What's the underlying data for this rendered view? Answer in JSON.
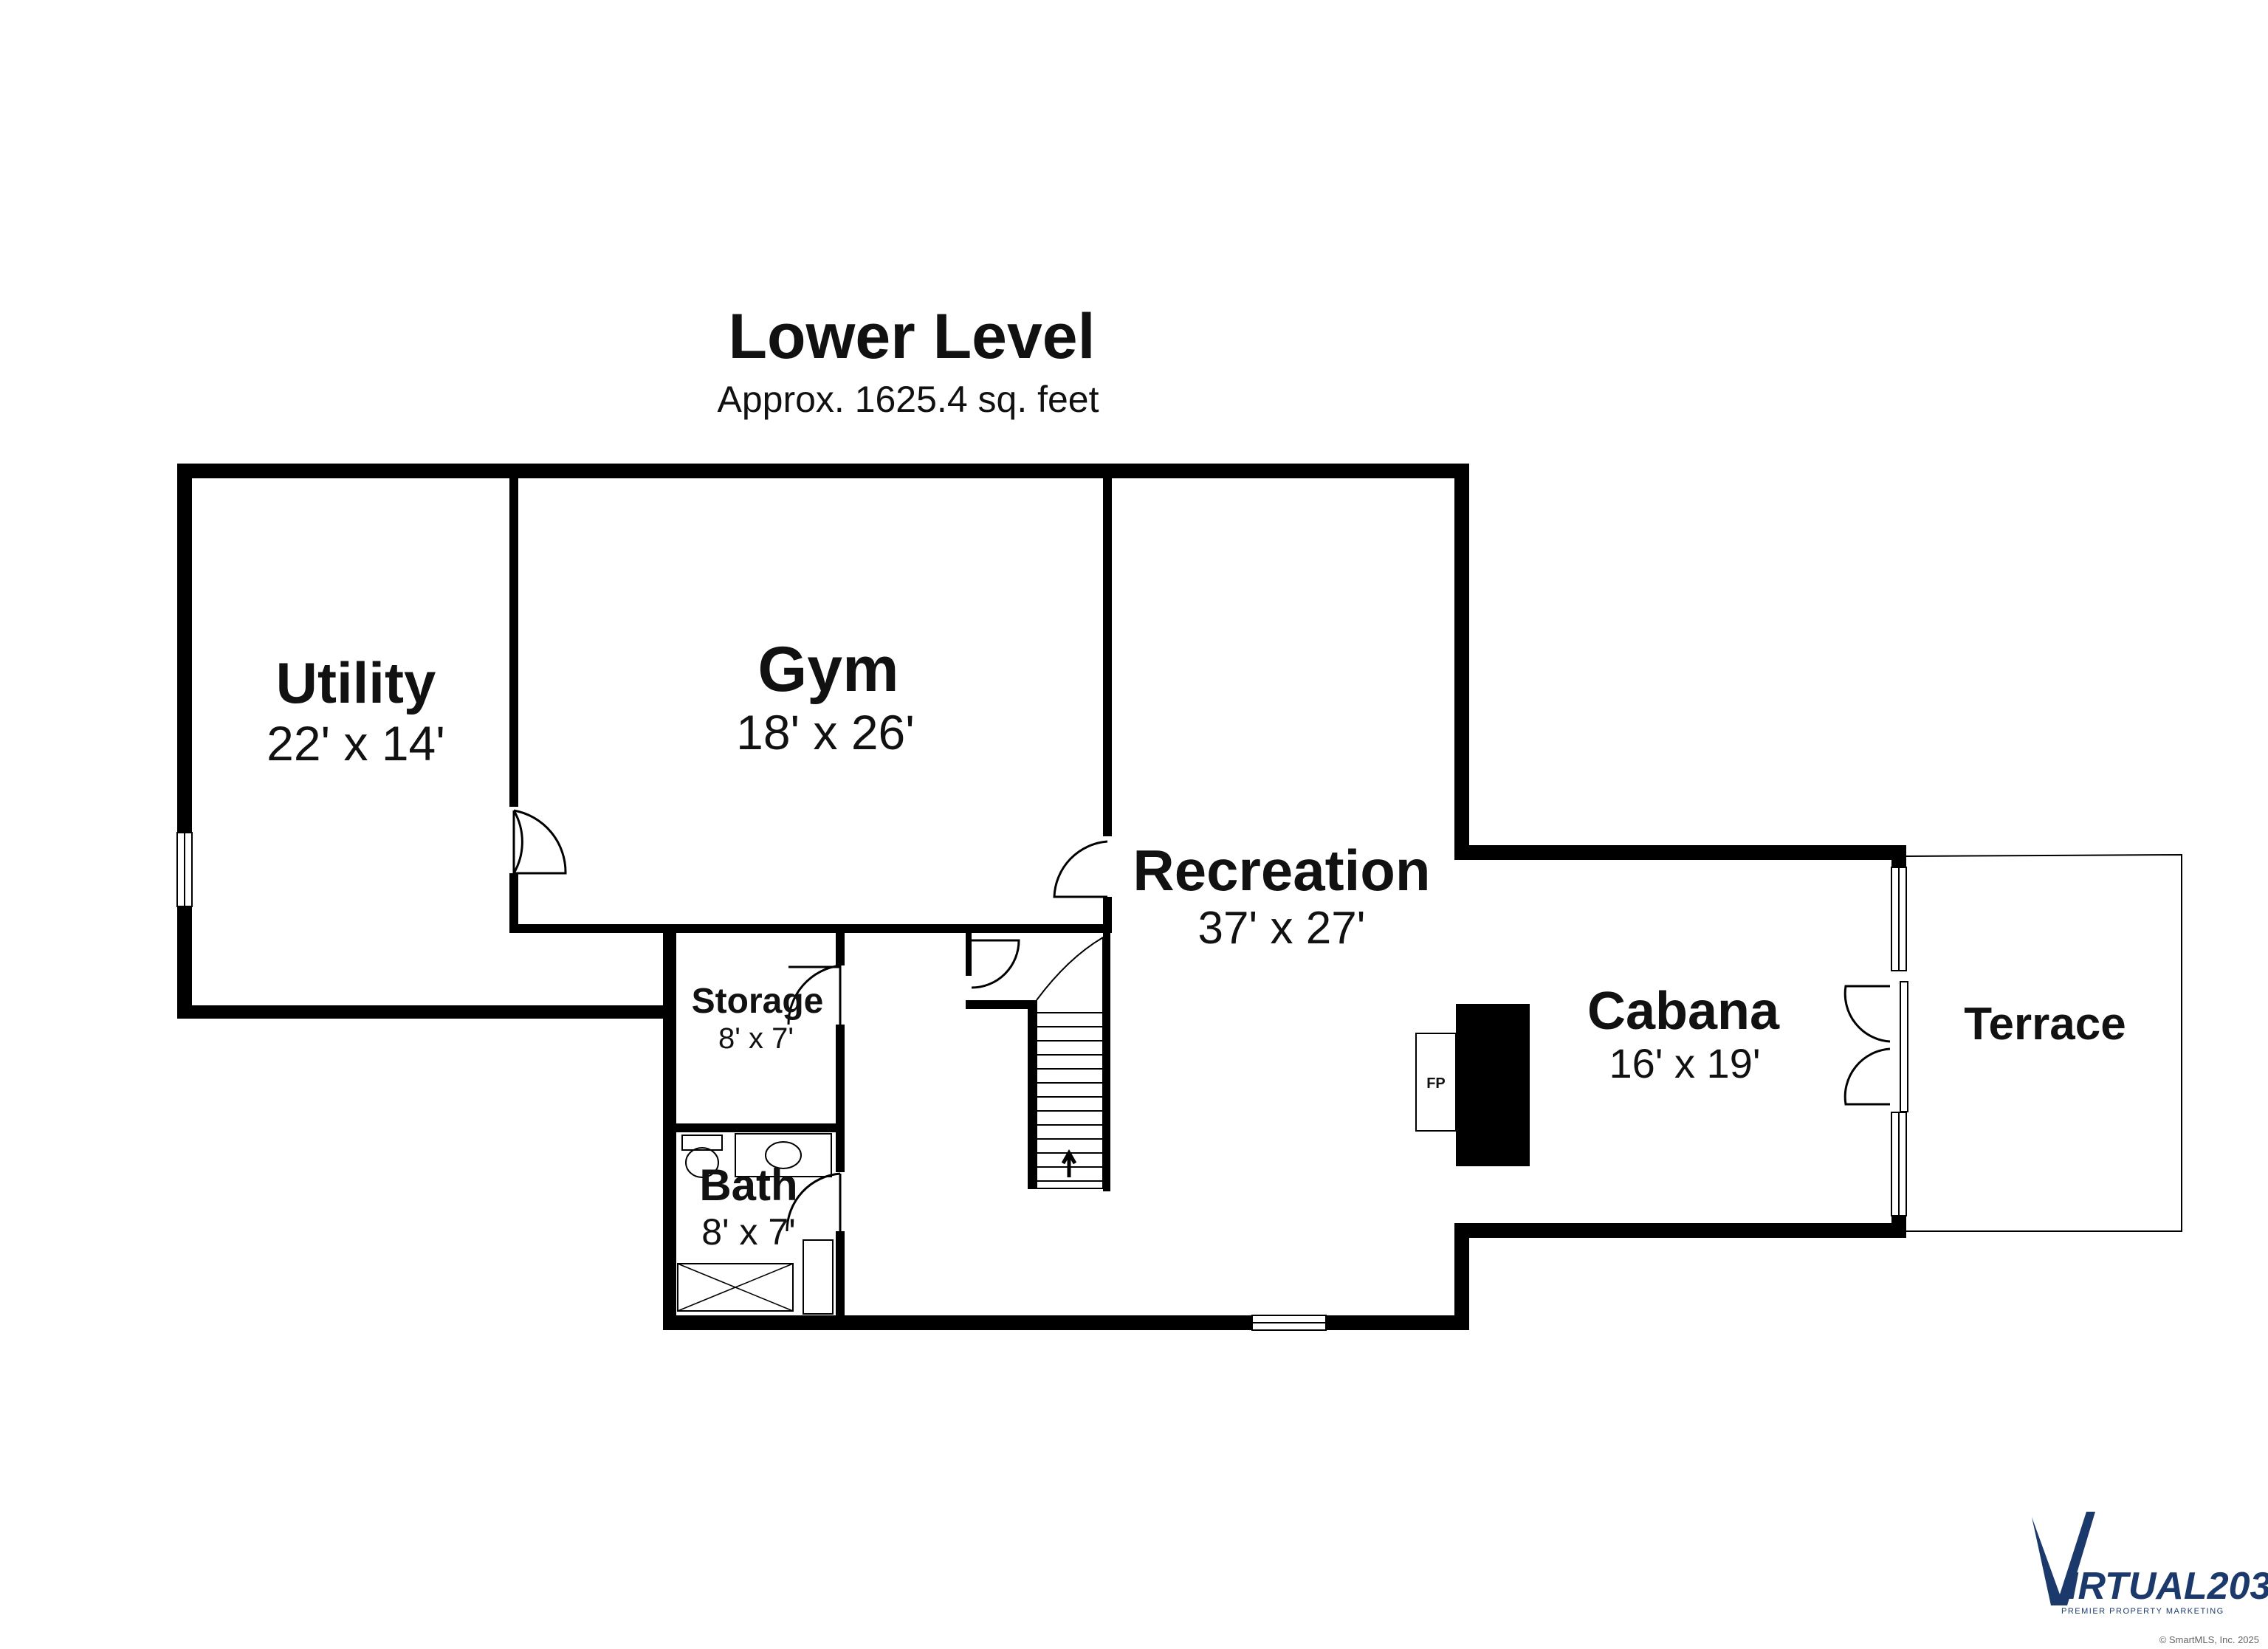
{
  "plan": {
    "title": "Lower Level",
    "area": "Approx. 1625.4 sq. feet"
  },
  "rooms": {
    "utility": {
      "name": "Utility",
      "dim": "22' x 14'"
    },
    "gym": {
      "name": "Gym",
      "dim": "18' x 26'"
    },
    "recreation": {
      "name": "Recreation",
      "dim": "37' x 27'"
    },
    "storage": {
      "name": "Storage",
      "dim": "8' x 7'"
    },
    "bath": {
      "name": "Bath",
      "dim": "8' x 7'"
    },
    "cabana": {
      "name": "Cabana",
      "dim": "16' x 19'"
    },
    "terrace": {
      "name": "Terrace"
    }
  },
  "fixtures": {
    "fireplace": "FP"
  },
  "branding": {
    "logo_v": "V",
    "logo_text": "IRTUAL203",
    "logo_tagline": "PREMIER PROPERTY MARKETING",
    "copyright": "© SmartMLS, Inc. 2025"
  },
  "colors": {
    "walls": "#000000",
    "background": "#ffffff",
    "logo": "#1b3a6b"
  }
}
